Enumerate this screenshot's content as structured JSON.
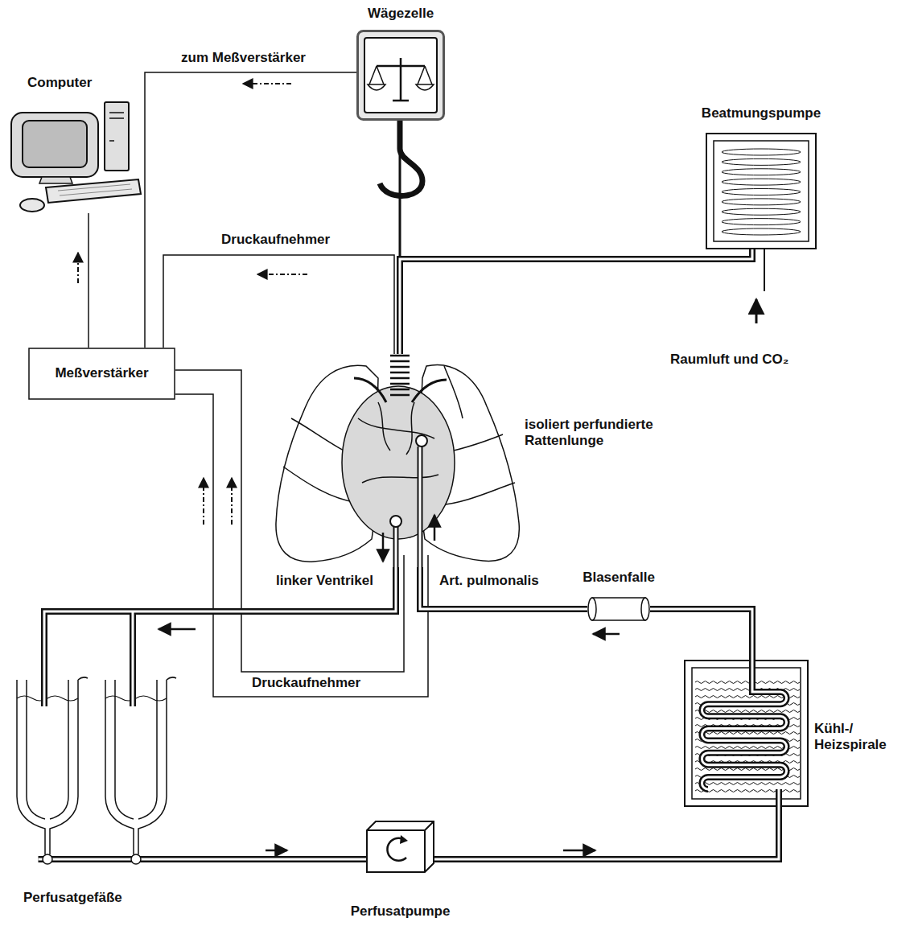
{
  "diagram": {
    "nodes": [
      {
        "text": [
          "Wägezelle"
        ]
      },
      {
        "text": [
          "Computer"
        ]
      },
      {
        "text": [
          "Beatmungspumpe"
        ]
      },
      {
        "text": [
          "Meßverstärker"
        ]
      },
      {
        "text": [
          "isoliert perfundierte Rattenlunge"
        ]
      },
      {
        "text": [
          "Blasenfalle"
        ]
      },
      {
        "text": [
          "Kühl-/ Heizspirale"
        ]
      },
      {
        "text": [
          "Perfusatgefäße"
        ]
      },
      {
        "text": [
          "Perfusatpumpe"
        ]
      }
    ],
    "edges": [
      {
        "from": 0,
        "to": 3,
        "label": "zum Meßverstärker",
        "arrow": "none"
      },
      {
        "from": 3,
        "to": 1,
        "arrow": "none"
      },
      {
        "from": 0,
        "to": 4,
        "arrow": "none"
      },
      {
        "from": 2,
        "to": 4,
        "arrow": "none"
      },
      {
        "from": 4,
        "to": 3,
        "label": "Druckaufnehmer",
        "arrow": "none"
      },
      {
        "from": 4,
        "to": 3,
        "label": "Druckaufnehmer",
        "arrow": "none"
      },
      {
        "from": 4,
        "to": 3,
        "arrow": "none"
      },
      {
        "from": 4,
        "to": 7,
        "arrow": "none"
      },
      {
        "from": 7,
        "to": 8,
        "arrow": "none"
      },
      {
        "from": 8,
        "to": 6,
        "arrow": "none"
      },
      {
        "from": 6,
        "to": 5,
        "arrow": "none"
      },
      {
        "from": 5,
        "to": 4,
        "arrow": "none"
      }
    ],
    "labels": [
      "linker Ventrikel",
      "Art. pulmonalis",
      "Raumluft und CO₂"
    ]
  }
}
